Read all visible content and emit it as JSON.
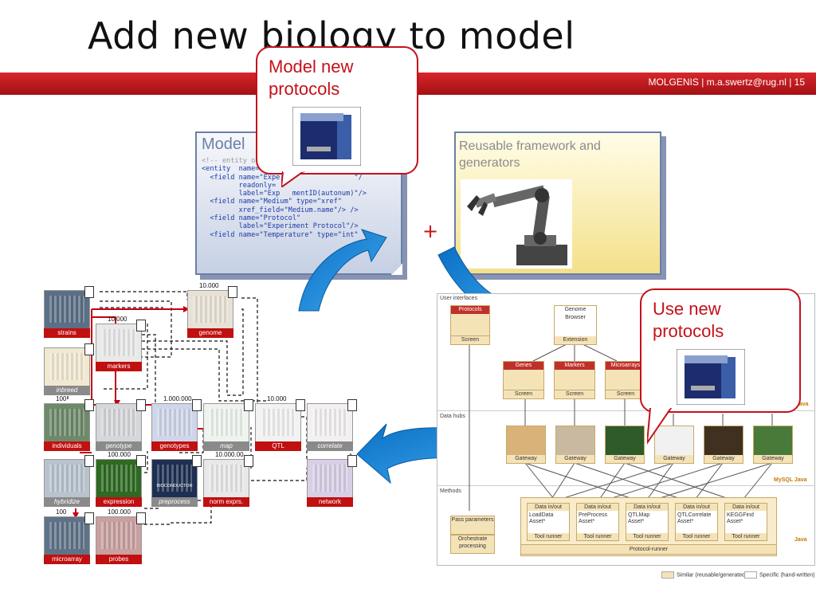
{
  "slide": {
    "title": "Add new biology to model",
    "footer": "MOLGENIS  |  m.a.swertz@rug.nl  |  15"
  },
  "model_card": {
    "title": "Model",
    "code_lines": [
      "<!-- entity o",
      "<entity  name=\"Exp",
      "  <field name=\"Expe                  \"/",
      "         readonly=",
      "         label=\"Exp   mentID(autonum)\"/>",
      "  <field name=\"Medium\" type=\"xref\"",
      "         xref_field=\"Medium.name\"/> />",
      "  <field name=\"Protocol\"",
      "         label=\"Experiment Protocol\"/>",
      "  <field name=\"Temperature\" type=\"int\""
    ]
  },
  "framework_card": {
    "title_line1": "Reusable framework and",
    "title_line2": "generators",
    "icon": "robot-arm-icon"
  },
  "plus_sign": "+",
  "callout_model": {
    "line1": "Model new",
    "line2": "protocols",
    "icon": "sequencer-machine-icon"
  },
  "callout_use": {
    "line1": "Use new",
    "line2": "protocols",
    "icon": "sequencer-machine-icon"
  },
  "pipeline": {
    "nodes": [
      {
        "id": "strains",
        "label": "strains",
        "italic": false,
        "count": ""
      },
      {
        "id": "genome",
        "label": "genome",
        "italic": false,
        "count": "10.000"
      },
      {
        "id": "markers",
        "label": "markers",
        "italic": false,
        "count": "10.000"
      },
      {
        "id": "inbreed",
        "label": "inbreed",
        "italic": true,
        "count": ""
      },
      {
        "id": "individuals",
        "label": "individuals",
        "italic": false,
        "count": "100"
      },
      {
        "id": "genotype",
        "label": "genotype",
        "italic": true,
        "count": ""
      },
      {
        "id": "genotypes",
        "label": "genotypes",
        "italic": false,
        "count": "1.000.000"
      },
      {
        "id": "map",
        "label": "map",
        "italic": true,
        "count": ""
      },
      {
        "id": "qtl",
        "label": "QTL",
        "italic": false,
        "count": "10.000"
      },
      {
        "id": "correlate",
        "label": "correlate",
        "italic": true,
        "count": ""
      },
      {
        "id": "hybridize",
        "label": "hybridize",
        "italic": true,
        "count": ""
      },
      {
        "id": "expression",
        "label": "expression",
        "italic": false,
        "count": "100.000"
      },
      {
        "id": "preprocess",
        "label": "preprocess",
        "italic": true,
        "count": ""
      },
      {
        "id": "normexprs",
        "label": "norm exprs.",
        "italic": false,
        "count": "10.000.00"
      },
      {
        "id": "network",
        "label": "network",
        "italic": false,
        "count": ""
      },
      {
        "id": "microarray",
        "label": "microarray",
        "italic": false,
        "count": "100"
      },
      {
        "id": "probes",
        "label": "probes",
        "italic": false,
        "count": "100.000"
      }
    ],
    "bioconductor_text": "BIOCONDUCTOR"
  },
  "architecture": {
    "sections": {
      "ui": "User interfaces",
      "hubs": "Data hubs",
      "methods": "Methods"
    },
    "protocols_box": "Protocols",
    "genome_browser": "Genome Browser",
    "extension": "Extension",
    "screen": "Screen",
    "screens": [
      "Genes",
      "Markers",
      "Microarrays"
    ],
    "gateway": "Gateway",
    "gateway_count": 6,
    "pass_parameters": "Pass parameters",
    "orchestrate": "Orchestrate processing",
    "methods": [
      {
        "head": "Data in/out",
        "body": "LoadData Asset*"
      },
      {
        "head": "Data in/out",
        "body": "PreProcess Asset*"
      },
      {
        "head": "Data in/out",
        "body": "QTLMap Asset*"
      },
      {
        "head": "Data in/out",
        "body": "QTLCorrelate Asset*"
      },
      {
        "head": "Data in/out",
        "body": "KEGGFind Asset*"
      }
    ],
    "tool_runner": "Tool runner",
    "protocol_runner": "Protocol-runner",
    "java_label": "Java",
    "mysql_label": "MySQL Java",
    "legend_similar": "Similar (reusable/generated)",
    "legend_specific": "Specific (hand-written)",
    "colors": {
      "similar": "#f5e3b8",
      "specific": "#ffffff"
    }
  },
  "colors": {
    "red": "#c4111a",
    "arrow_blue": "#1e88d8",
    "card_border": "#6b7fa8"
  }
}
